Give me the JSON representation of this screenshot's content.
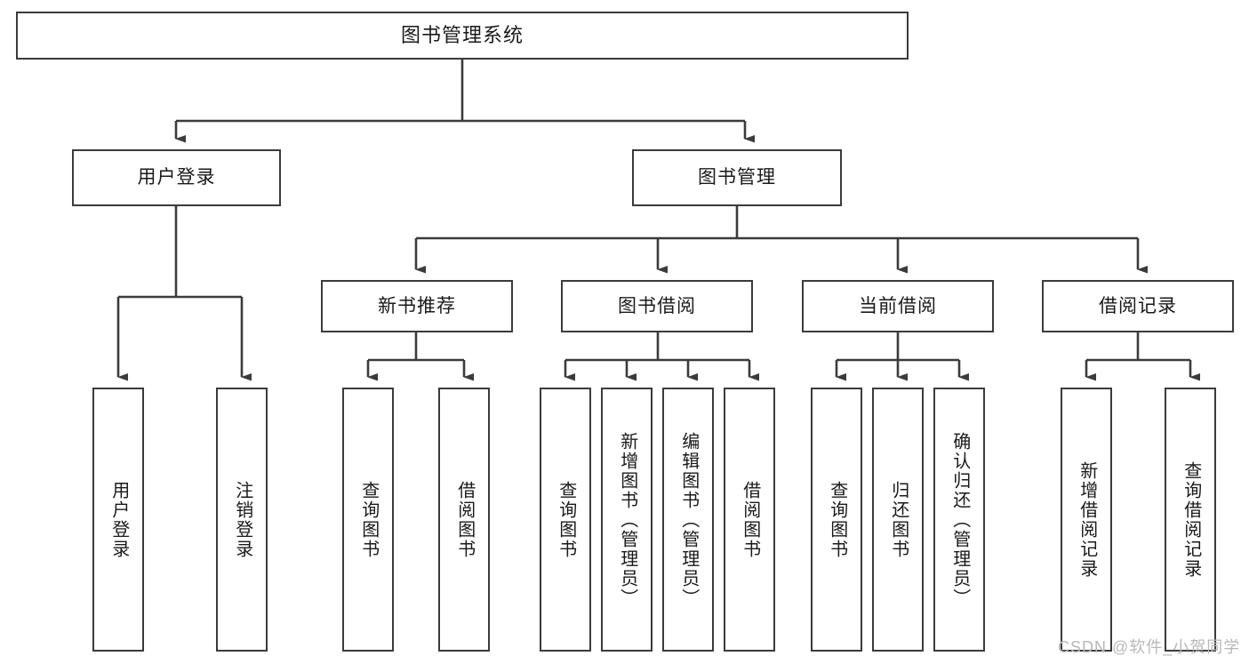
{
  "diagram": {
    "title": "图书管理系统",
    "type": "tree-hierarchy-chart",
    "orientation": "top-down",
    "colors": {
      "box_border": "#3b3b3b",
      "box_fill": "#ffffff",
      "edge": "#3b3b3b",
      "text": "#1a1a1a",
      "watermark": "#b8b8b8",
      "background": "#ffffff"
    }
  },
  "nodes": {
    "root": {
      "label": "图书管理系统"
    },
    "level2": [
      {
        "id": "user-login",
        "label": "用户登录"
      },
      {
        "id": "book-manage",
        "label": "图书管理"
      }
    ],
    "level3": [
      {
        "id": "new-book-recommend",
        "label": "新书推荐"
      },
      {
        "id": "book-borrow",
        "label": "图书借阅"
      },
      {
        "id": "current-borrow",
        "label": "当前借阅"
      },
      {
        "id": "borrow-record",
        "label": "借阅记录"
      }
    ],
    "leaves": {
      "user_login": [
        {
          "id": "leaf-user-login",
          "label": "用户登录"
        },
        {
          "id": "leaf-logout",
          "label": "注销登录"
        }
      ],
      "new_book_recommend": [
        {
          "id": "leaf-query-book-1",
          "label": "查询图书"
        },
        {
          "id": "leaf-borrow-book-1",
          "label": "借阅图书"
        }
      ],
      "book_borrow": [
        {
          "id": "leaf-query-book-2",
          "label": "查询图书"
        },
        {
          "id": "leaf-add-book",
          "label": "新增图书（管理员）"
        },
        {
          "id": "leaf-edit-book",
          "label": "编辑图书（管理员）"
        },
        {
          "id": "leaf-borrow-book-2",
          "label": "借阅图书"
        }
      ],
      "current_borrow": [
        {
          "id": "leaf-query-book-3",
          "label": "查询图书"
        },
        {
          "id": "leaf-return-book",
          "label": "归还图书"
        },
        {
          "id": "leaf-confirm-return",
          "label": "确认归还（管理员）"
        }
      ],
      "borrow_record": [
        {
          "id": "leaf-add-record",
          "label": "新增借阅记录"
        },
        {
          "id": "leaf-query-record",
          "label": "查询借阅记录"
        }
      ]
    }
  },
  "watermark": {
    "text": "CSDN @软件_小贺同学"
  }
}
